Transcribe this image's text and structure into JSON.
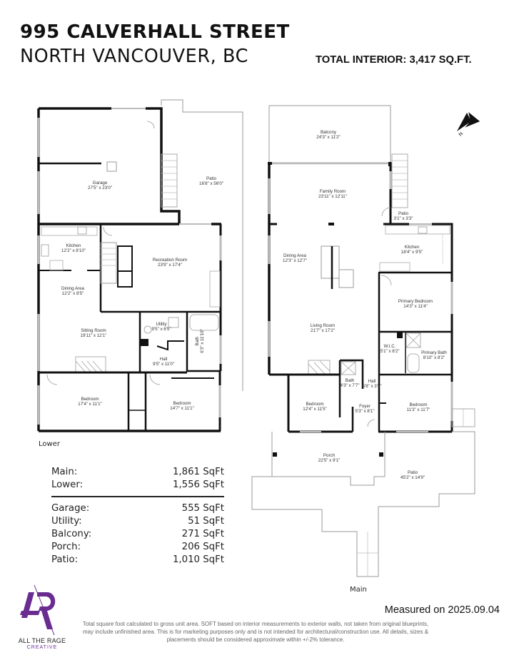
{
  "header": {
    "address_line1": "995 CALVERHALL STREET",
    "address_line2": "NORTH VANCOUVER, BC",
    "total_interior": "TOTAL INTERIOR: 3,417 SQ.FT."
  },
  "compass": {
    "icon": "north-arrow-icon",
    "label": "N"
  },
  "lower_floor": {
    "label": "Lower",
    "rooms": [
      {
        "name": "Garage",
        "dims": "27'5\" x 23'0\""
      },
      {
        "name": "Patio",
        "dims": "16'8\" x 56'0\""
      },
      {
        "name": "Kitchen",
        "dims": "12'2\" x 8'10\""
      },
      {
        "name": "Recreation Room",
        "dims": "23'9\" x 17'4\""
      },
      {
        "name": "Dining Area",
        "dims": "12'2\" x 8'5\""
      },
      {
        "name": "Utility",
        "dims": "9'5\" x 6'5\""
      },
      {
        "name": "Sitting Room",
        "dims": "19'11\" x 12'1\""
      },
      {
        "name": "Bath",
        "dims": "6'3\" x 11'10\""
      },
      {
        "name": "Hall",
        "dims": "9'5\" x 11'0\""
      },
      {
        "name": "Bedroom",
        "dims": "17'4\" x 11'1\""
      },
      {
        "name": "Bedroom",
        "dims": "14'7\" x 11'1\""
      }
    ]
  },
  "main_floor": {
    "label": "Main",
    "rooms": [
      {
        "name": "Balcony",
        "dims": "24'3\" x 11'2\""
      },
      {
        "name": "Family Room",
        "dims": "23'11\" x 12'11\""
      },
      {
        "name": "Patio",
        "dims": "3'1\" x 3'3\""
      },
      {
        "name": "Dining Area",
        "dims": "12'3\" x 12'7\""
      },
      {
        "name": "Kitchen",
        "dims": "18'4\" x 9'5\""
      },
      {
        "name": "Primary Bedroom",
        "dims": "14'3\" x 11'4\""
      },
      {
        "name": "Living Room",
        "dims": "21'7\" x 17'2\""
      },
      {
        "name": "W.I.C.",
        "dims": "5'1\" x 8'2\""
      },
      {
        "name": "Primary Bath",
        "dims": "8'10\" x 8'2\""
      },
      {
        "name": "Bath",
        "dims": "4'3\" x 7'7\""
      },
      {
        "name": "Hall",
        "dims": "5'8\" x 3'5\""
      },
      {
        "name": "Bedroom",
        "dims": "12'4\" x 11'5\""
      },
      {
        "name": "Foyer",
        "dims": "5'3\" x 8'1\""
      },
      {
        "name": "Bedroom",
        "dims": "11'3\" x 11'7\""
      },
      {
        "name": "Porch",
        "dims": "22'5\" x 9'1\""
      },
      {
        "name": "Patio",
        "dims": "45'2\" x 14'9\""
      }
    ]
  },
  "area_summary": {
    "primary": [
      {
        "label": "Main:",
        "value": "1,861 SqFt"
      },
      {
        "label": "Lower:",
        "value": "1,556 SqFt"
      }
    ],
    "secondary": [
      {
        "label": "Garage:",
        "value": "555 SqFt"
      },
      {
        "label": "Utility:",
        "value": "51 SqFt"
      },
      {
        "label": "Balcony:",
        "value": "271 SqFt"
      },
      {
        "label": "Porch:",
        "value": "206 SqFt"
      },
      {
        "label": "Patio:",
        "value": "1,010 SqFt"
      }
    ]
  },
  "footer": {
    "measured": "Measured on 2025.09.04",
    "disclaimer": "Total square foot calculated to gross unit area. SOFT based on interior measurements to exterior walls, not taken from original blueprints, may include unfinished area. This is for marketing purposes only and is not intended for architectural/construction use.  All details, sizes & placements should be considered approximate within +/-2% tolerance.",
    "brand_name": "ALL THE RAGE",
    "brand_sub": "CREATIVE",
    "brand_color": "#6a2c91"
  }
}
